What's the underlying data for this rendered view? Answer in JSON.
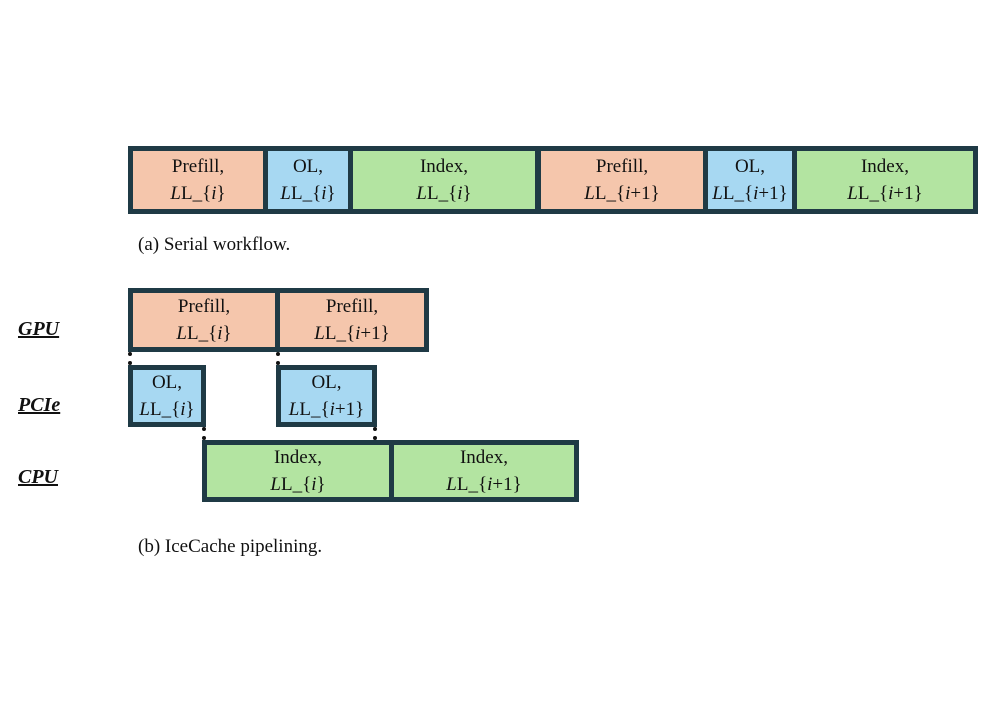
{
  "serial": {
    "caption": "(a) Serial workflow.",
    "blocks": [
      {
        "stage": "Prefill,",
        "layer_prefix": "L_{",
        "layer_index": "i",
        "layer_suffix": "}"
      },
      {
        "stage": "OL,",
        "layer_prefix": "L_{",
        "layer_index": "i",
        "layer_suffix": "}"
      },
      {
        "stage": "Index,",
        "layer_prefix": "L_{",
        "layer_index": "i",
        "layer_suffix": "}"
      },
      {
        "stage": "Prefill,",
        "layer_prefix": "L_{",
        "layer_index": "i",
        "layer_suffix": "+1}"
      },
      {
        "stage": "OL,",
        "layer_prefix": "L_{",
        "layer_index": "i",
        "layer_suffix": "+1}"
      },
      {
        "stage": "Index,",
        "layer_prefix": "L_{",
        "layer_index": "i",
        "layer_suffix": "+1}"
      }
    ]
  },
  "pipelined": {
    "caption": "(b) IceCache pipelining.",
    "lanes": {
      "gpu": {
        "label": "GPU",
        "blocks": [
          {
            "stage": "Prefill,",
            "layer_prefix": "L_{",
            "layer_index": "i",
            "layer_suffix": "}"
          },
          {
            "stage": "Prefill,",
            "layer_prefix": "L_{",
            "layer_index": "i",
            "layer_suffix": "+1}"
          }
        ]
      },
      "pcie": {
        "label": "PCIe",
        "blocks": [
          {
            "stage": "OL,",
            "layer_prefix": "L_{",
            "layer_index": "i",
            "layer_suffix": "}"
          },
          {
            "stage": "OL,",
            "layer_prefix": "L_{",
            "layer_index": "i",
            "layer_suffix": "+1}"
          }
        ]
      },
      "cpu": {
        "label": "CPU",
        "blocks": [
          {
            "stage": "Index,",
            "layer_prefix": "L_{",
            "layer_index": "i",
            "layer_suffix": "}"
          },
          {
            "stage": "Index,",
            "layer_prefix": "L_{",
            "layer_index": "i",
            "layer_suffix": "+1}"
          }
        ]
      }
    }
  },
  "colors": {
    "prefill": "#f5c6ac",
    "ol": "#a7d8f2",
    "index": "#b3e4a1",
    "border": "#1f3a45"
  }
}
